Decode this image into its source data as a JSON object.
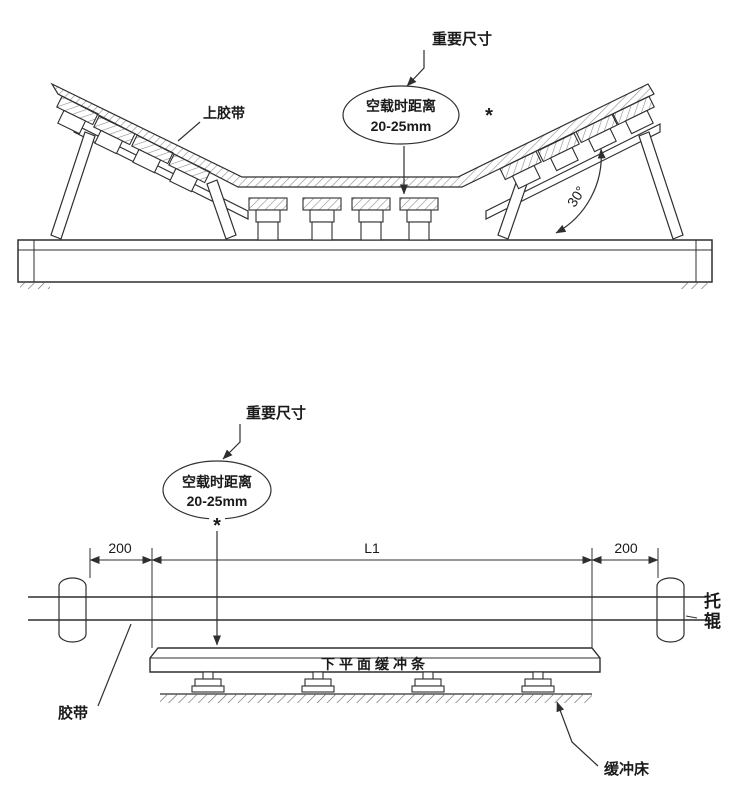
{
  "page": {
    "background": "#ffffff",
    "line_color": "#2f2f2f",
    "text_color": "#1a1a1a"
  },
  "top_view": {
    "important_dim": "重要尺寸",
    "callout_line1": "空载时距离",
    "callout_line2": "20-25mm",
    "asterisk": "*",
    "upper_belt": "上胶带",
    "angle": "30°"
  },
  "side_view": {
    "important_dim": "重要尺寸",
    "callout_line1": "空载时距离",
    "callout_line2": "20-25mm",
    "asterisk": "*",
    "dim_left": "200",
    "dim_mid": "L1",
    "dim_right": "200",
    "buffer_strip": "下平面缓冲条",
    "belt": "胶带",
    "buffer_bed": "缓冲床",
    "idler": "托辊"
  }
}
